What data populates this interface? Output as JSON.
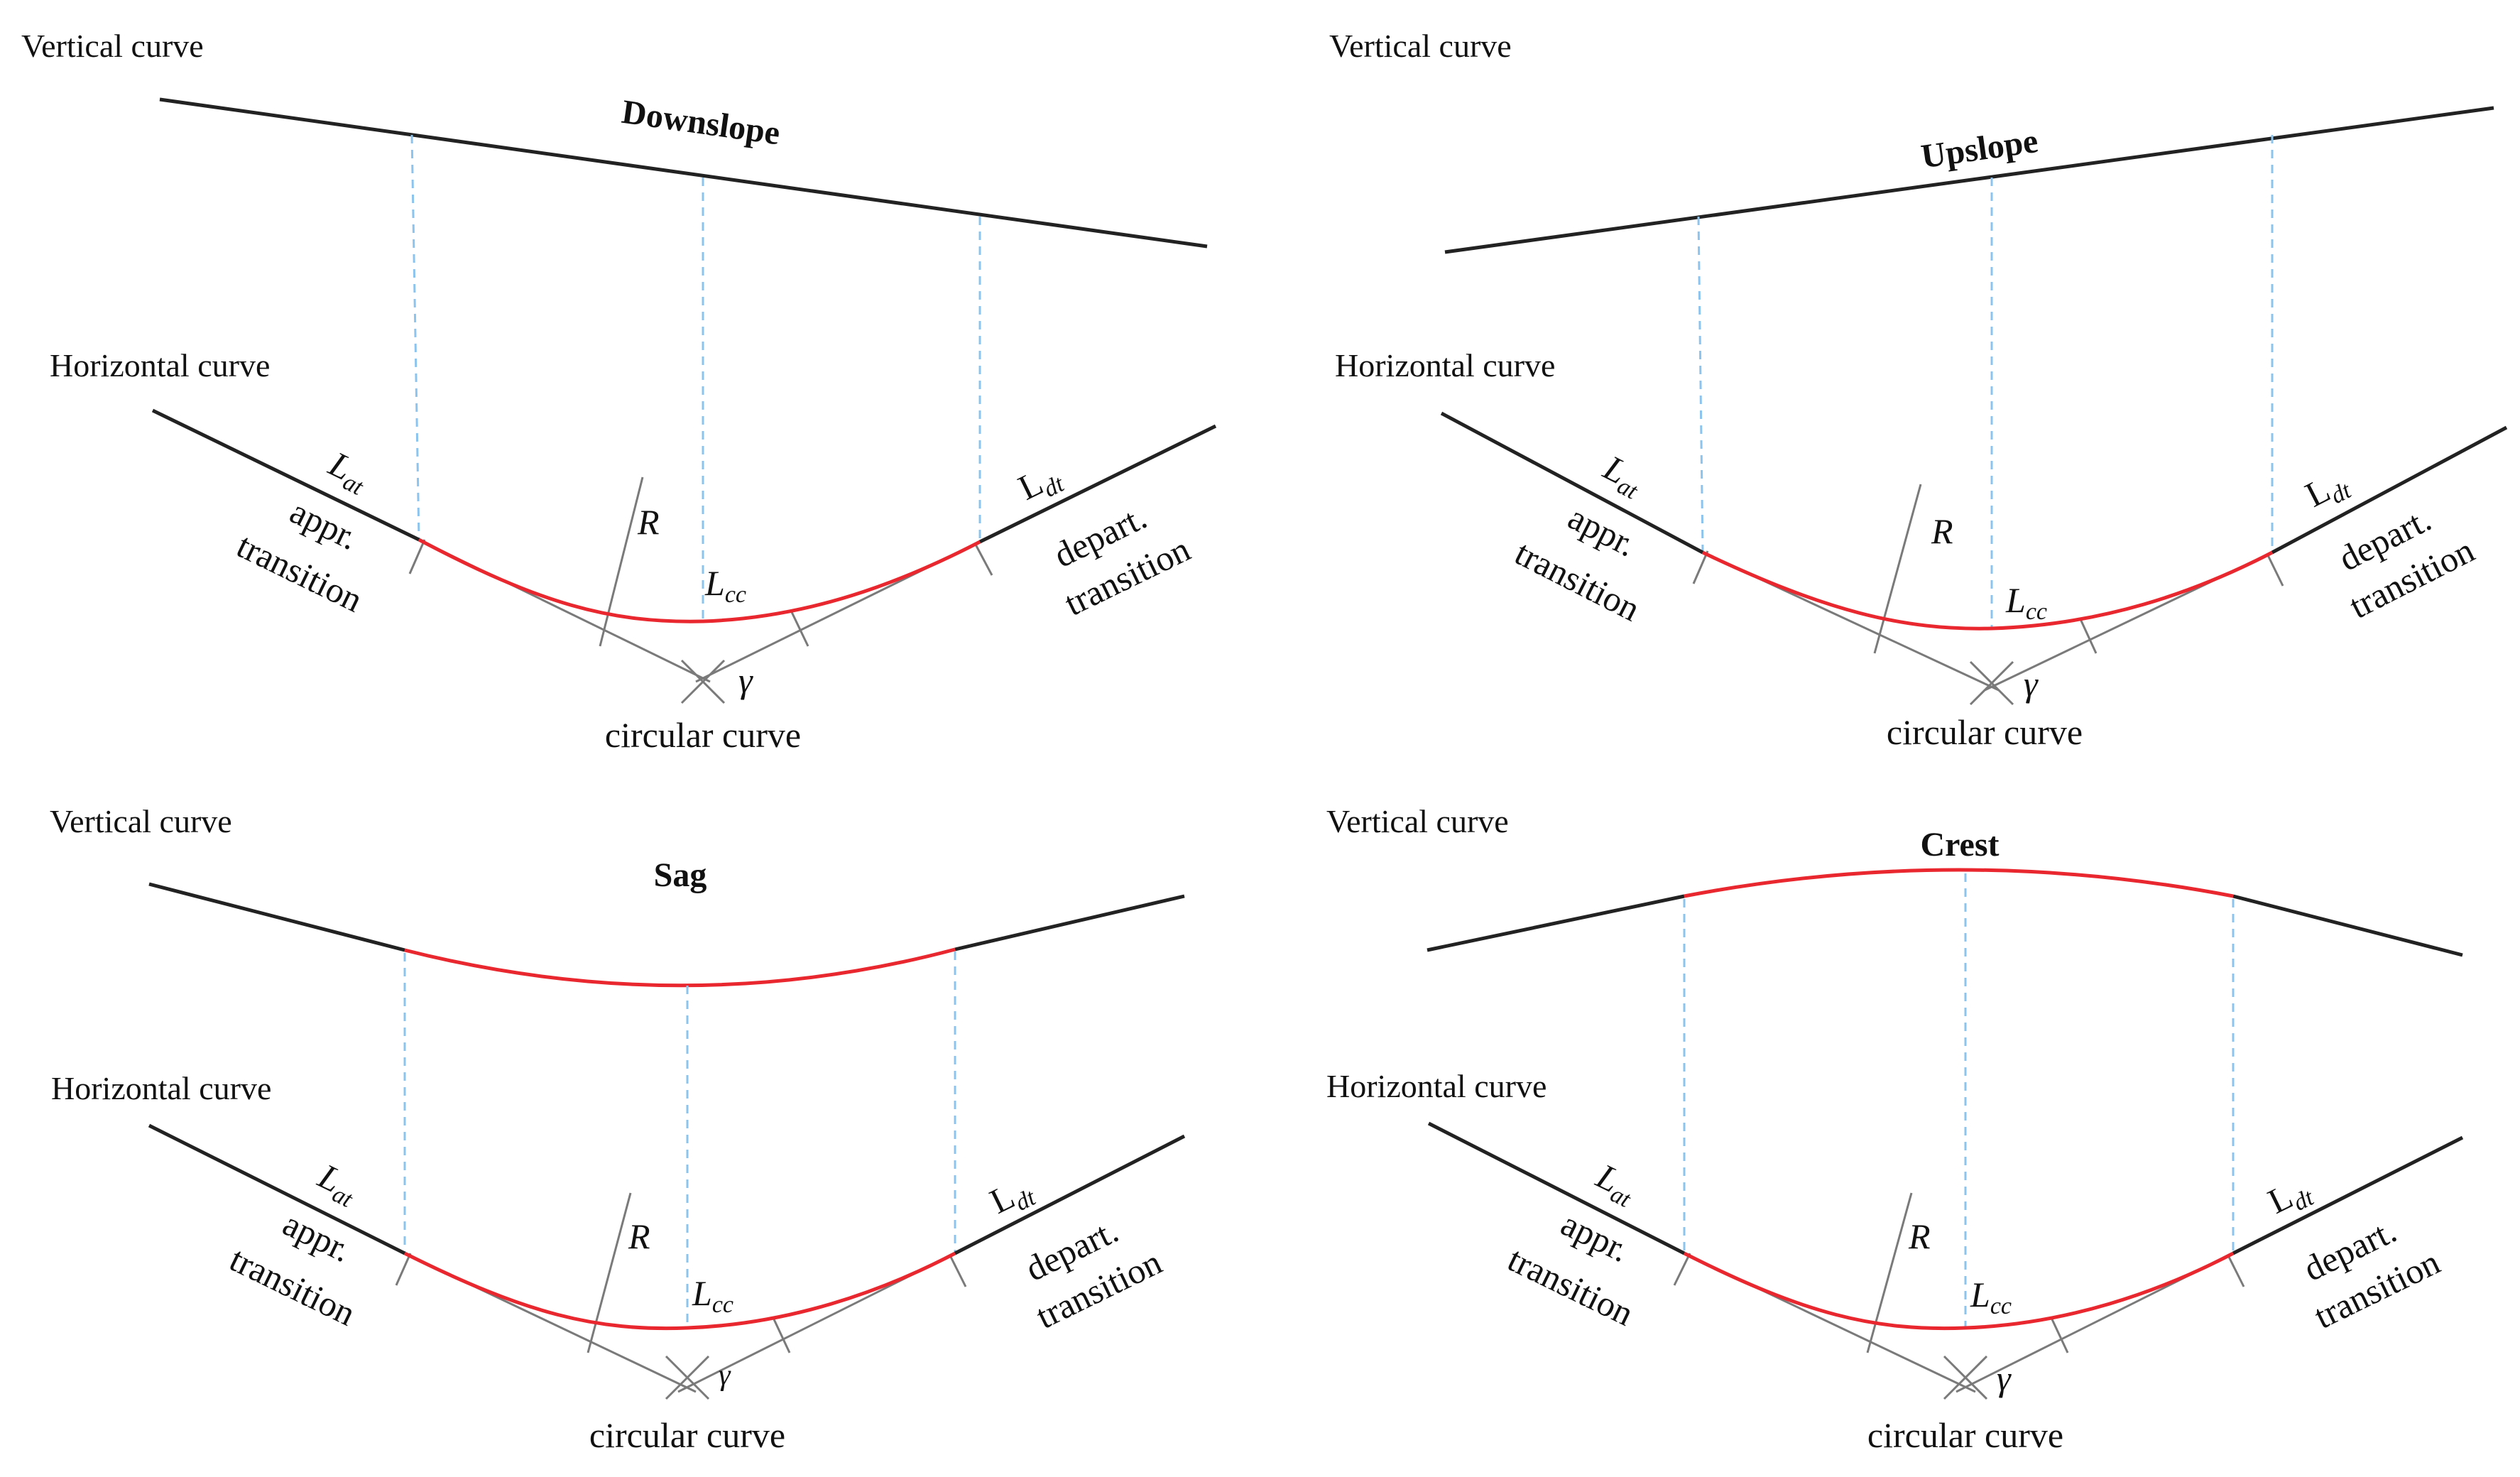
{
  "colors": {
    "line": "#222222",
    "curve": "#e8282e",
    "guide": "#8cc4ee",
    "tangent": "#7a7a7a"
  },
  "panels": [
    {
      "id": "downslope",
      "vertical_label": "Vertical curve",
      "horizontal_label": "Horizontal curve",
      "profile_title": "Downslope",
      "circular_label": "circular curve",
      "appr_line1": "appr.",
      "appr_line2": "transition",
      "depart_line1": "depart.",
      "depart_line2": "transition",
      "R": "R",
      "gamma": "γ",
      "Lat_base": "L",
      "Lat_sub": "at",
      "Lcc_base": "L",
      "Lcc_sub": "cc",
      "Ldt_base": "L",
      "Ldt_sub": "dt"
    },
    {
      "id": "upslope",
      "vertical_label": "Vertical curve",
      "horizontal_label": "Horizontal curve",
      "profile_title": "Upslope",
      "circular_label": "circular curve",
      "appr_line1": "appr.",
      "appr_line2": "transition",
      "depart_line1": "depart.",
      "depart_line2": "transition",
      "R": "R",
      "gamma": "γ",
      "Lat_base": "L",
      "Lat_sub": "at",
      "Lcc_base": "L",
      "Lcc_sub": "cc",
      "Ldt_base": "L",
      "Ldt_sub": "dt"
    },
    {
      "id": "sag",
      "vertical_label": "Vertical curve",
      "horizontal_label": "Horizontal curve",
      "profile_title": "Sag",
      "circular_label": "circular curve",
      "appr_line1": "appr.",
      "appr_line2": "transition",
      "depart_line1": "depart.",
      "depart_line2": "transition",
      "R": "R",
      "gamma": "γ",
      "Lat_base": "L",
      "Lat_sub": "at",
      "Lcc_base": "L",
      "Lcc_sub": "cc",
      "Ldt_base": "L",
      "Ldt_sub": "dt"
    },
    {
      "id": "crest",
      "vertical_label": "Vertical curve",
      "horizontal_label": "Horizontal curve",
      "profile_title": "Crest",
      "circular_label": "circular curve",
      "appr_line1": "appr.",
      "appr_line2": "transition",
      "depart_line1": "depart.",
      "depart_line2": "transition",
      "R": "R",
      "gamma": "γ",
      "Lat_base": "L",
      "Lat_sub": "at",
      "Lcc_base": "L",
      "Lcc_sub": "cc",
      "Ldt_base": "L",
      "Ldt_sub": "dt"
    }
  ]
}
